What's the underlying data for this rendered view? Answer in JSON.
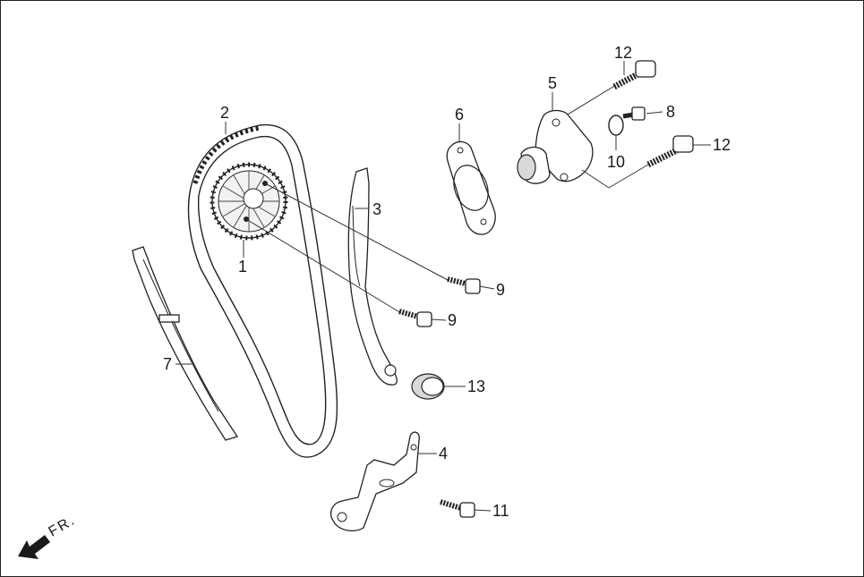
{
  "callouts": {
    "sprocket": "1",
    "cam_chain": "2",
    "tensioner_arm": "3",
    "bracket": "4",
    "tensioner_lifter": "5",
    "gasket": "6",
    "chain_guide": "7",
    "sealing_bolt": "8",
    "bolt_upper": "9",
    "bolt_lower": "9",
    "o_ring": "10",
    "bracket_bolt": "11",
    "lifter_bolt_top": "12",
    "lifter_bolt_side": "12",
    "collar": "13"
  },
  "direction": {
    "label": "FR."
  }
}
